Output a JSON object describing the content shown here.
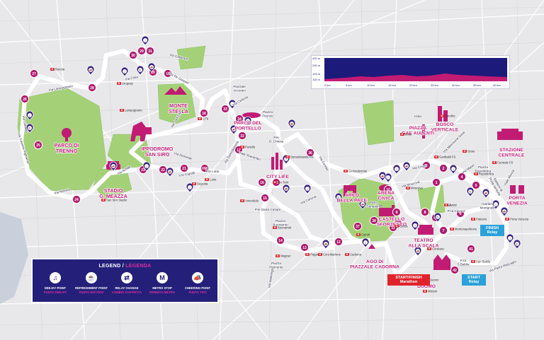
{
  "colors": {
    "route": "#4b2c86",
    "route_edge": "#ffffff",
    "marker": "#b11a6f",
    "landmark": "#c21b74",
    "park": "#9bcd6a",
    "legend_bg": "#24207a",
    "start_finish": "#e0232b",
    "relay": "#2aa1d8"
  },
  "kilometer_markers": [
    "1",
    "2",
    "3",
    "4",
    "5",
    "6",
    "7",
    "8",
    "9",
    "10",
    "11",
    "12",
    "13",
    "14",
    "15",
    "16",
    "17",
    "18",
    "19",
    "20",
    "21",
    "22",
    "23",
    "24",
    "25",
    "26",
    "27",
    "28",
    "29",
    "30",
    "31",
    "32",
    "33",
    "34",
    "35",
    "36",
    "37",
    "38",
    "39",
    "40",
    "41",
    "42",
    "HM"
  ],
  "landmarks": {
    "parco_di_trenno": "PARCO DI\nTRENNO",
    "monte_stella": "MONTE\nSTELLA",
    "ippodromo": "IPPODROMO\nSAN SIRO",
    "stadio": "STADIO\nG. MEAZZA",
    "parco_portello": "PARCO DEL\nPORTELLO",
    "city_life": "CITY LIFE",
    "arco_pace": "ARCO\nDELLA PACE",
    "arena_civica": "ARENA\nCIVICA",
    "castello": "CASTELLO\nSFORZESCO",
    "teatro_scala": "TEATRO\nALLA SCALA",
    "ago_cadorna": "AGO DI\nPIAZZALE CADORNA",
    "duomo": "DUOMO",
    "bosco_verticale": "BOSCO\nVERTICALE",
    "piazza_gae_aulenti": "PIAZZA\nGAE AULENTI",
    "stazione_centrale": "STAZIONE\nCENTRALE",
    "porta_venezia": "PORTA\nVENEZIA"
  },
  "streets": {
    "via_gallarate": "Via Gallarate",
    "via_de_gasperi": "Via De Gasperi",
    "via_cilea": "Via Cilea",
    "via_lampugnano": "Via Lampugnano",
    "via_sant_elia": "Via Sant'Elia",
    "via_diomede": "Via Diomede",
    "via_achille": "Via Achille",
    "via_novara": "Via Novara",
    "via_caprilli": "V.le Caprilli",
    "via_cassina": "Via Cassina Righiarsa",
    "via_gianella": "Via Gianella",
    "piazzale_accursio": "Piazzale\nAccursio",
    "via_certosa": "Via Certosa",
    "piazza_firenze": "Piazza\nFirenze",
    "via_domodossola": "Via Domodossola",
    "via_canova": "Via Canova",
    "via_cenisio": "Via Cenisio",
    "viale_scarampo": "Viale Scarampo",
    "via_melchiorre": "Via Melchiorre Gioia",
    "via_crispi": "Via Crispi",
    "via_moscova": "Via Moscova",
    "via_manin": "Via Manin",
    "via_pietro_mascagni": "Via Pietro Mascagni",
    "via_washington": "Via Washington",
    "piazza_piemonte": "Piazza\nPiemonte",
    "piazza_buonarroti": "Piazza\nBuonarroti",
    "piazza_repubblica": "Piazza\nRepubblica",
    "giardini_montanelli": "Giardini\nMontanelli",
    "p_cavour": "P.za Cavour",
    "pza_s_babila": "P.za\nS.Babila",
    "bastioni": "Bastioni di\nPorta Venezia",
    "via_morgagni": "Viale Monza",
    "p_le_giulio_cesare": "P.le Giulio Cesare",
    "p_le_lotto": "P.le Lotto",
    "pza_d_chiesa": "P.le\nD. Chiesa",
    "parco_sempione": "Parco\nSempione",
    "isola": "Isola",
    "turati": "Turati"
  },
  "metro_stops": [
    "Bonola",
    "Uruguay",
    "Lampugnano",
    "QT8",
    "San Siro Stadio",
    "Segesta",
    "Lotto",
    "Portello",
    "Domodossola FN",
    "Tre Torri",
    "Amendola",
    "Buonarroti",
    "Wagner",
    "Pagano",
    "Conciliazione",
    "Cadorna",
    "Cairoli",
    "Lanza",
    "Moscova",
    "Garibaldi FS",
    "Gioia",
    "Repubblica",
    "Centrale FS",
    "Turati",
    "Palestro",
    "Porta Venezia",
    "Montenapoleone",
    "San Babila",
    "Duomo",
    "Cordusio",
    "Missori",
    "Sondrio",
    "Gerusalemme",
    "Isola"
  ],
  "boxes": {
    "start_finish": "START/FINISH\nMarathon",
    "start_relay": "START\nRelay",
    "finish_relay": "FINISH\nRelay"
  },
  "elevation": {
    "y_labels": [
      "400 m",
      "200 m",
      "125 m",
      "115 m"
    ],
    "x_labels": [
      "0 km",
      "5 km",
      "10 km",
      "15 km",
      "20 km",
      "25 km",
      "30 km",
      "35 km",
      "40 km"
    ]
  },
  "legend": {
    "title_en": "LEGEND",
    "title_sep": " / ",
    "title_it": "LEGENDA",
    "items": [
      {
        "icon": "music-icon",
        "glyph": "♫",
        "en": "DEEJAY POINT",
        "it": "PUNTO DEEJAY"
      },
      {
        "icon": "refreshment-icon",
        "glyph": "☕",
        "en": "REFRESHMENT POINT",
        "it": "PUNTO RISTORO"
      },
      {
        "icon": "relay-icon",
        "glyph": "⇄",
        "en": "RELAY CHANGE",
        "it": "CAMBIO STAFFETTA"
      },
      {
        "icon": "metro-icon",
        "glyph": "M",
        "en": "METRO STOP",
        "it": "FERMATA METRO"
      },
      {
        "icon": "cheering-icon",
        "glyph": "📣",
        "en": "CHEERING POINT",
        "it": "PUNTO TIFO"
      }
    ]
  }
}
